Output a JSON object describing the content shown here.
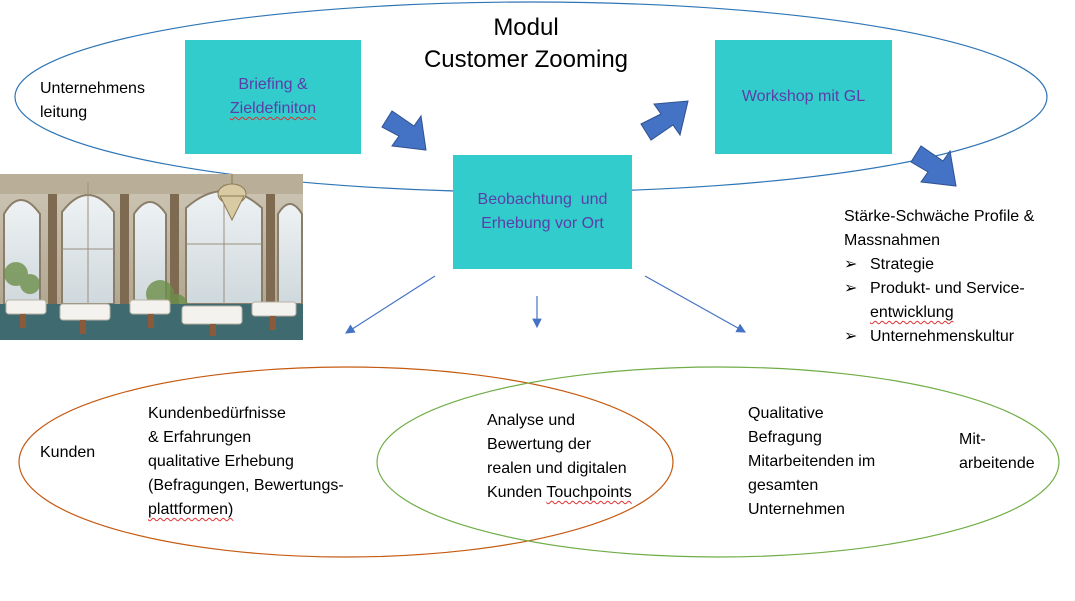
{
  "title": {
    "line1": "Modul",
    "line2": "Customer Zooming"
  },
  "top_ellipse": {
    "label_line1": "Unternehmens",
    "label_line2": "leitung"
  },
  "boxes": {
    "briefing_line1": "Briefing &",
    "briefing_line2": "Zieldefiniton",
    "beobachtung_line1": "Beobachtung  und",
    "beobachtung_line2": "Erhebung vor Ort",
    "workshop": "Workshop mit GL"
  },
  "results": {
    "heading_line1": "Stärke-Schwäche Profile &",
    "heading_line2": "Massnahmen",
    "items": [
      {
        "line1": "Strategie",
        "line2": ""
      },
      {
        "line1": "Produkt- und Service-",
        "line2": "entwicklung"
      },
      {
        "line1": "Unternehmenskultur",
        "line2": ""
      }
    ],
    "bullet_glyph": "➢"
  },
  "left_ellipse": {
    "label": "Kunden",
    "desc_lines": [
      "Kundenbedürfnisse",
      "& Erfahrungen",
      "qualitative Erhebung",
      "(Befragungen, Bewertungs-",
      "plattformen)"
    ]
  },
  "overlap": {
    "lines": [
      "Analyse und",
      "Bewertung der",
      "realen und digitalen",
      "Kunden Touchpoints"
    ]
  },
  "right_ellipse": {
    "label_line1": "Mit-",
    "label_line2": "arbeitende",
    "desc_lines": [
      "Qualitative",
      "Befragung",
      "Mitarbeitenden im",
      "gesamten",
      "Unternehmen"
    ]
  },
  "colors": {
    "box_fill": "#33cccc",
    "box_text": "#5b3ea8",
    "arrow_fill": "#4472c4",
    "top_ellipse_stroke": "#2e75b6",
    "left_ellipse_stroke": "#c55a11",
    "right_ellipse_stroke": "#70ad47"
  }
}
